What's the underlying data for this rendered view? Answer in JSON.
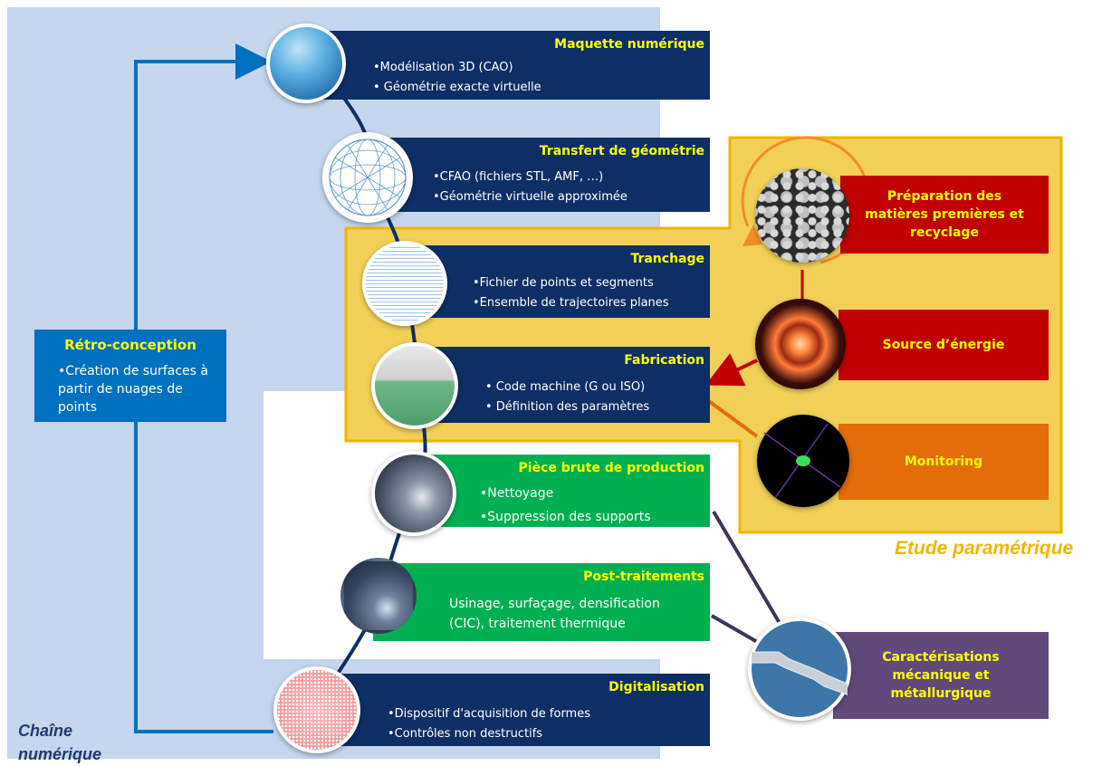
{
  "chain_label": "Chaîne numérique",
  "study_label": "Etude paramétrique",
  "retro": {
    "title": "Rétro-conception",
    "text": "•Création de surfaces à partir de nuages de points"
  },
  "steps": {
    "maquette": {
      "title": "Maquette numérique",
      "items": [
        "•Modélisation 3D (CAO)",
        "• Géométrie exacte virtuelle"
      ]
    },
    "transfert": {
      "title": "Transfert de géométrie",
      "items": [
        "•CFAO (fichiers STL, AMF, …)",
        "•Géométrie virtuelle approximée"
      ]
    },
    "tranchage": {
      "title": "Tranchage",
      "items": [
        "•Fichier de points et segments",
        "•Ensemble de trajectoires planes"
      ]
    },
    "fabrication": {
      "title": "Fabrication",
      "items": [
        "• Code machine (G ou ISO)",
        "• Définition des paramètres"
      ]
    },
    "piece": {
      "title": "Pièce brute de production",
      "items": [
        "•Nettoyage",
        "•Suppression des supports"
      ]
    },
    "post": {
      "title": "Post-traitements",
      "items": [
        "Usinage, surfaçage, densification",
        "(CIC), traitement thermique"
      ]
    },
    "digitalisation": {
      "title": "Digitalisation",
      "items": [
        "•Dispositif d'acquisition de formes",
        "•Contrôles non destructifs"
      ]
    }
  },
  "params": {
    "preparation": "Préparation des matières premières et recyclage",
    "source": "Source d’énergie",
    "monitoring": "Monitoring"
  },
  "caracterisation": "Caractérisations mécanique et métallurgique",
  "colors": {
    "navy": "#0e2f66",
    "green": "#00b050",
    "red": "#c00000",
    "orange": "#e46c0a",
    "purple": "#604a7b",
    "gold": "#f2d057",
    "retro_blue": "#0070c0",
    "light_blue": "#c5d6ee"
  }
}
